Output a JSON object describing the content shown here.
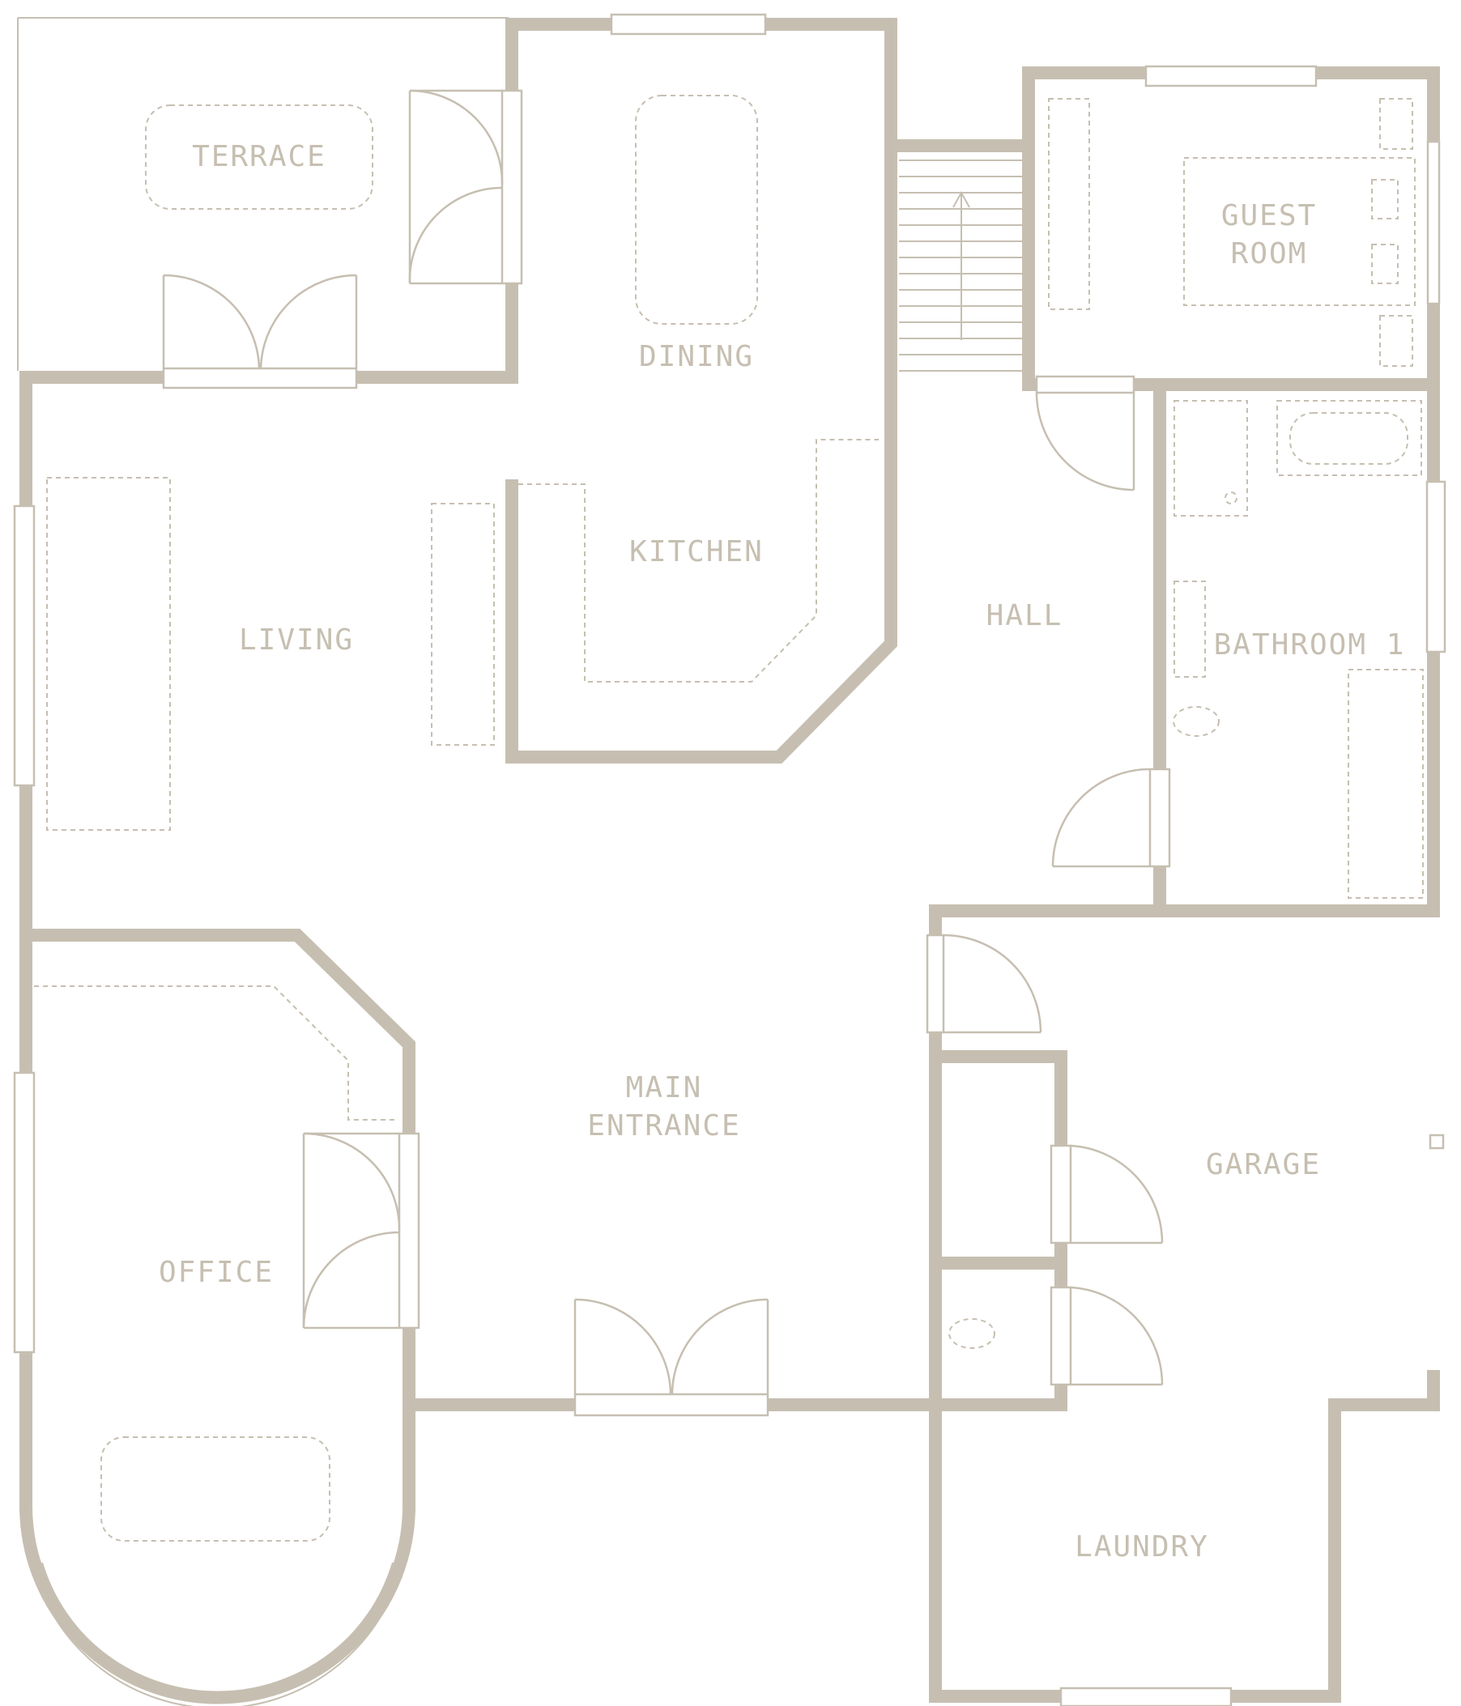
{
  "colors": {
    "wall": "#c6bfb1",
    "background": "#ffffff"
  },
  "rooms": {
    "terrace": "TERRACE",
    "dining": "DINING",
    "kitchen": "KITCHEN",
    "living": "LIVING",
    "guest_room_line1": "GUEST",
    "guest_room_line2": "ROOM",
    "hall": "HALL",
    "bathroom": "BATHROOM 1",
    "main_entrance_line1": "MAIN",
    "main_entrance_line2": "ENTRANCE",
    "office": "OFFICE",
    "garage": "GARAGE",
    "laundry": "LAUNDRY"
  }
}
